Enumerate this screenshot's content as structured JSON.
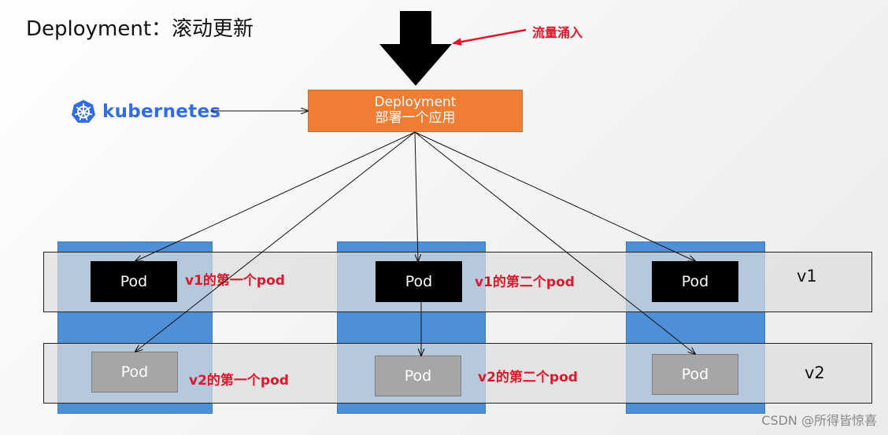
{
  "title": "Deployment：滚动更新",
  "traffic_label": "流量涌入",
  "logo": {
    "text": "kubernetes",
    "icon": "kubernetes-helm-icon",
    "color": "#326ce5"
  },
  "deployment_box": {
    "line1": "Deployment",
    "line2": "部署一个应用",
    "color": "#ef7e34"
  },
  "pods": {
    "v1": [
      "Pod",
      "Pod",
      "Pod"
    ],
    "v2": [
      "Pod",
      "Pod",
      "Pod"
    ]
  },
  "labels": {
    "v1_first": "v1的第一个pod",
    "v1_second": "v1的第二个pod",
    "v2_first": "v2的第一个pod",
    "v2_second": "v2的第二个pod"
  },
  "versions": {
    "v1": "v1",
    "v2": "v2"
  },
  "watermark": "CSDN @所得皆惊喜",
  "colors": {
    "accent_red": "#e0162b",
    "column_blue": "#4f8fd6",
    "pod_v1": "#000000",
    "pod_v2": "#a6a6a6"
  }
}
